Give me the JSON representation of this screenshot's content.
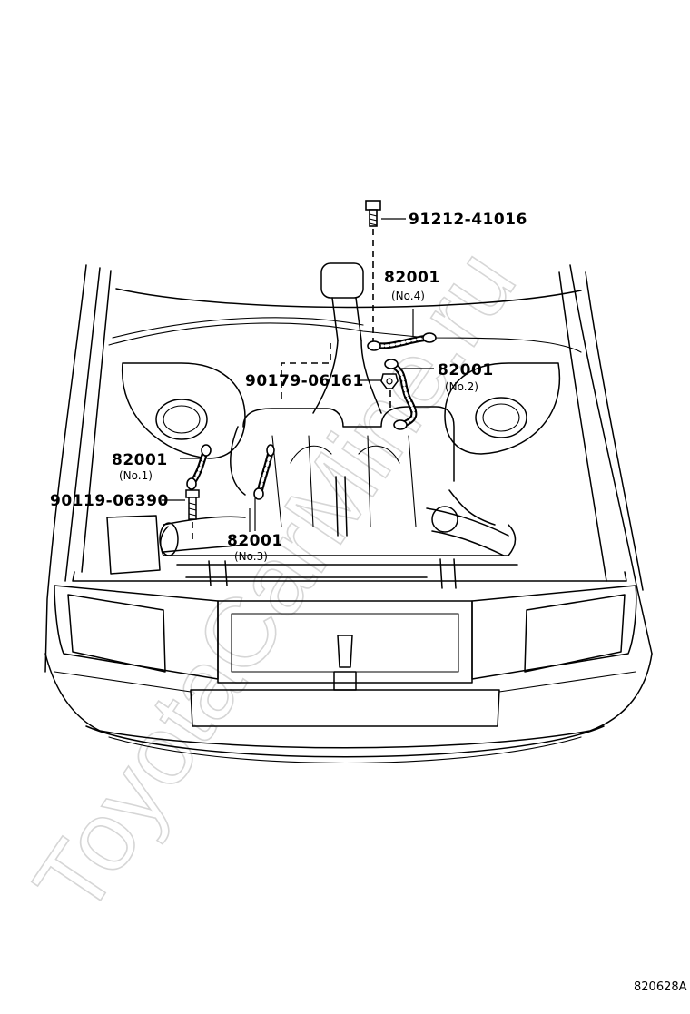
{
  "watermark": "ToyotaCarMine.ru",
  "figure_number": "820628A",
  "parts": {
    "bolt_top": {
      "number": "91212-41016",
      "icon": "bolt-icon"
    },
    "wire_no4": {
      "number": "82001",
      "note": "(No.4)",
      "icon": "wire-harness-icon"
    },
    "wire_no2": {
      "number": "82001",
      "note": "(No.2)",
      "icon": "wire-harness-icon"
    },
    "clamp": {
      "number": "90179-06161",
      "icon": "nut-icon"
    },
    "wire_no1": {
      "number": "82001",
      "note": "(No.1)",
      "icon": "wire-harness-icon"
    },
    "bolt_left": {
      "number": "90119-06390",
      "icon": "bolt-icon"
    },
    "wire_no3": {
      "number": "82001",
      "note": "(No.3)",
      "icon": "wire-harness-icon"
    }
  }
}
